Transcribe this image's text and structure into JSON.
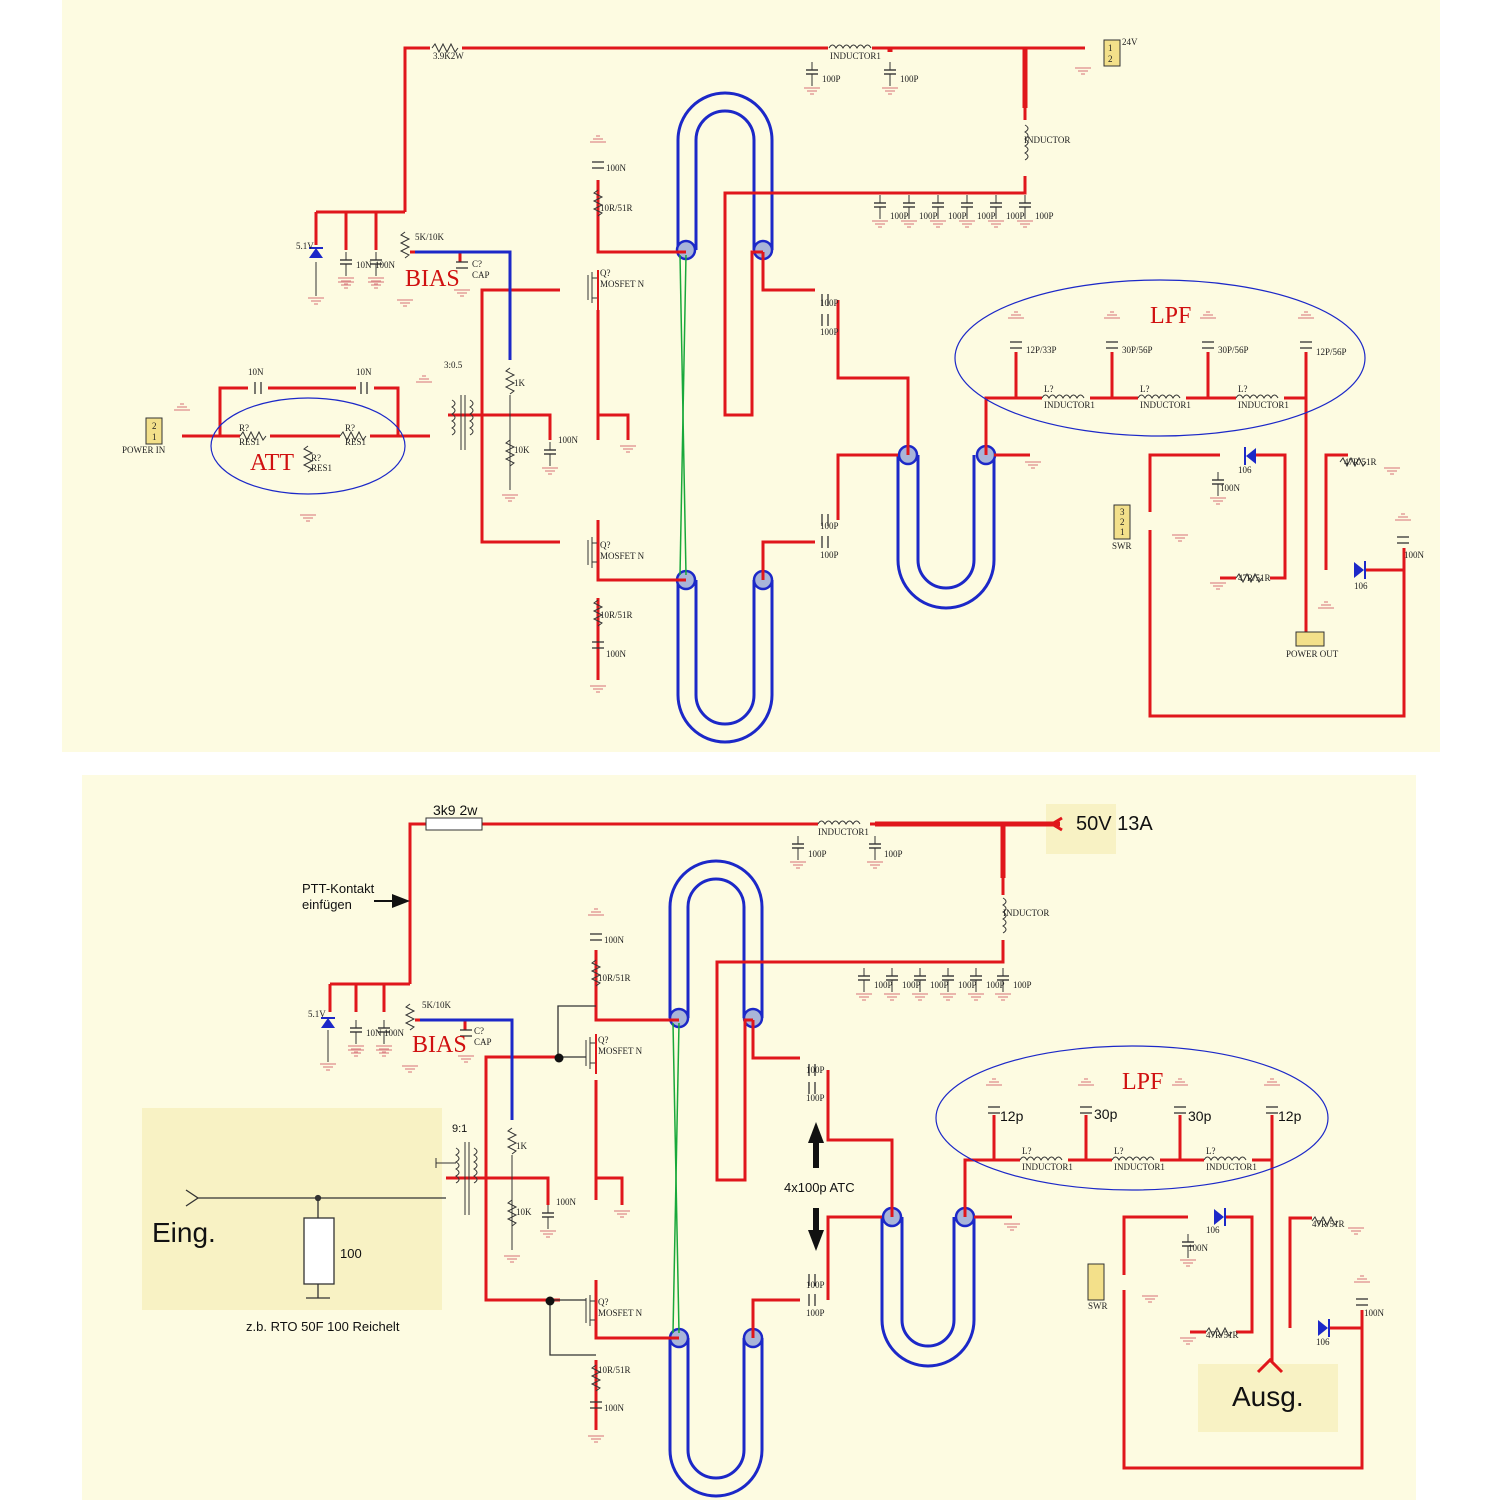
{
  "colors": {
    "panel": "#fdfbe1",
    "note": "#f8f2c4",
    "wire": "#e0161b",
    "blue": "#1c28c8",
    "green": "#19a83a",
    "ground": "#e7a3a3",
    "label": "#222222"
  },
  "top": {
    "power_in": "POWER IN",
    "att": "ATT",
    "bias": "BIAS",
    "lpf": "LPF",
    "power_out": "POWER OUT",
    "swr": "SWR",
    "v24": "24V",
    "r_bias": "3.9K2W",
    "inductor1": "INDUCTOR1",
    "inductor": "INDUCTOR",
    "c100p": "100P",
    "c100n": "100N",
    "c10n": "10N",
    "zener": "5.1V",
    "pot": "5K/10K",
    "c7": "C?",
    "cap": "CAP",
    "r_gate": "10R/51R",
    "mosfet": "MOSFET N",
    "q": "Q?",
    "trafo": "3:0.5",
    "r1k": "1K",
    "r10k": "10K",
    "res": "R?",
    "res1": "RES1",
    "c12_33": "12P/33P",
    "c30_56": "30P/56P",
    "c12_56": "12P/56P",
    "l": "L?",
    "diode": "106",
    "r47": "47R/51R",
    "pins2": [
      "2",
      "1"
    ],
    "pins3": [
      "3",
      "2",
      "1"
    ]
  },
  "bottom": {
    "r_bias": "3k9 2w",
    "v50": "50V 13A",
    "ptt": [
      "PTT-Kontakt",
      "einfügen"
    ],
    "bias": "BIAS",
    "lpf": "LPF",
    "eing": "Eing.",
    "ausg": "Ausg.",
    "r100": "100",
    "note": "z.b. RTO 50F 100 Reichelt",
    "trafo": "9:1",
    "atc": "4x100p ATC",
    "c12": "12p",
    "c30": "30p",
    "zener": "5.1V",
    "pot": "5K/10K",
    "mosfet": "MOSFET N",
    "r_gate": "10R/51R",
    "c100n": "100N",
    "c10n": "10N",
    "c100p": "100P",
    "inductor1": "INDUCTOR1",
    "inductor": "INDUCTOR",
    "swr": "SWR",
    "diode": "106",
    "r47": "47R/51R",
    "r1k": "1K",
    "r10k": "10K",
    "cap": "CAP",
    "c7": "C?",
    "q": "Q?",
    "l": "L?"
  }
}
